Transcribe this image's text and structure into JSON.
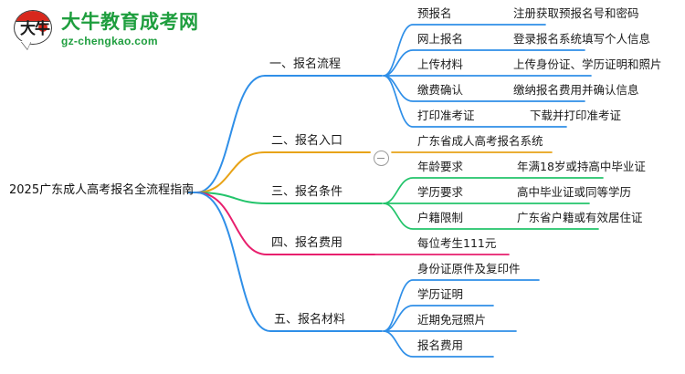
{
  "logo": {
    "mark_text": "大牛",
    "title": "大牛教育成考网",
    "domain": "gz-chengkao.com",
    "brand_green": "#1e9e3e",
    "brand_red": "#d8281d"
  },
  "mindmap": {
    "root": {
      "label": "2025广东成人高考报名全流程指南"
    },
    "collapse_toggle": {
      "icon": "minus-circle-icon",
      "state": "expanded"
    },
    "branch_colors": {
      "blue": "#2f8fe8",
      "orange": "#e8a317",
      "green": "#23c46b",
      "pink": "#e81f6d"
    },
    "branches": [
      {
        "label": "一、报名流程",
        "color": "#2f8fe8",
        "children": [
          {
            "label": "预报名",
            "detail": "注册获取预报名号和密码"
          },
          {
            "label": "网上报名",
            "detail": "登录报名系统填写个人信息"
          },
          {
            "label": "上传材料",
            "detail": "上传身份证、学历证明和照片"
          },
          {
            "label": "缴费确认",
            "detail": "缴纳报名费用并确认信息"
          },
          {
            "label": "打印准考证",
            "detail": "下载并打印准考证"
          }
        ]
      },
      {
        "label": "二、报名入口",
        "color": "#e8a317",
        "children": [
          {
            "label": "广东省成人高考报名系统",
            "detail": ""
          }
        ]
      },
      {
        "label": "三、报名条件",
        "color": "#23c46b",
        "children": [
          {
            "label": "年龄要求",
            "detail": "年满18岁或持高中毕业证"
          },
          {
            "label": "学历要求",
            "detail": "高中毕业证或同等学历"
          },
          {
            "label": "户籍限制",
            "detail": "广东省户籍或有效居住证"
          }
        ]
      },
      {
        "label": "四、报名费用",
        "color": "#e81f6d",
        "children": [
          {
            "label": "每位考生111元",
            "detail": ""
          }
        ]
      },
      {
        "label": "五、报名材料",
        "color": "#2f8fe8",
        "children": [
          {
            "label": "身份证原件及复印件",
            "detail": ""
          },
          {
            "label": "学历证明",
            "detail": ""
          },
          {
            "label": "近期免冠照片",
            "detail": ""
          },
          {
            "label": "报名费用",
            "detail": ""
          }
        ]
      }
    ]
  }
}
